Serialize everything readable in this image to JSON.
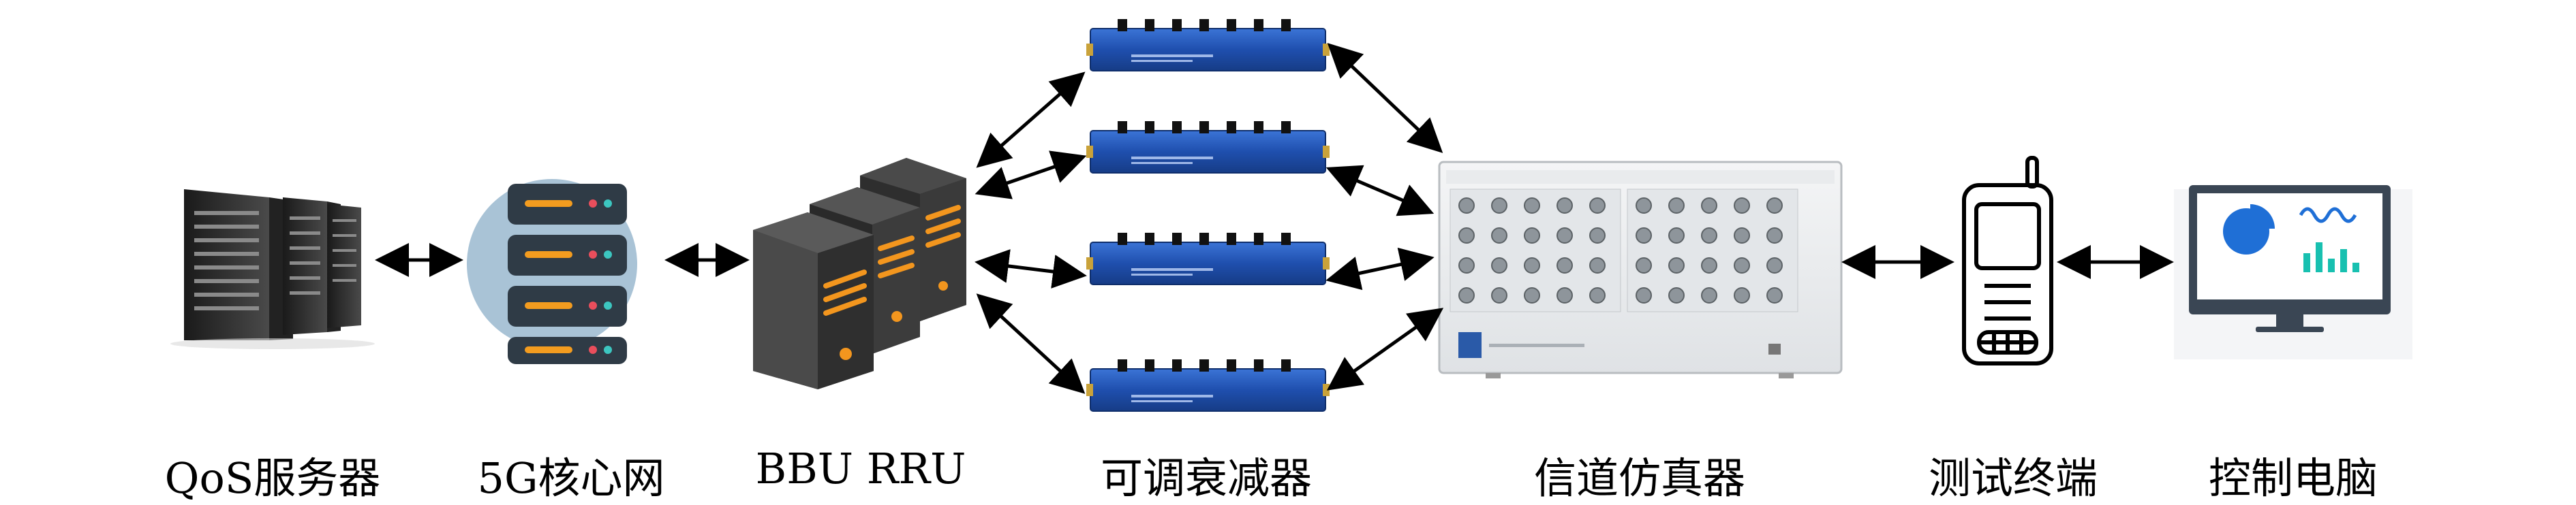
{
  "labels": {
    "qos_server": "QoS服务器",
    "core_network": "5G核心网",
    "bbu_rru": "BBU RRU",
    "attenuators": "可调衰减器",
    "channel_emulator": "信道仿真器",
    "test_terminal": "测试终端",
    "control_pc": "控制电脑"
  },
  "colors": {
    "arrow": "#000000",
    "attenuator_blue": "#1f4fae",
    "core_disc": "#a9c3d6",
    "core_server": "#2f3b46",
    "core_accent": "#f39c1f",
    "bbu_dark": "#3a3a3a",
    "bbu_accent": "#f3961e",
    "phone_outline": "#000000",
    "pc_blue": "#1f6fd6",
    "pc_accent": "#18c0b0"
  },
  "icons": {
    "qos_server": "server-rack-icon",
    "core_network": "server-stack-icon",
    "bbu_rru": "server-tower-icon",
    "attenuator": "attenuator-box-icon",
    "channel_emulator": "channel-emulator-icon",
    "test_terminal": "mobile-phone-icon",
    "control_pc": "monitor-icon"
  }
}
